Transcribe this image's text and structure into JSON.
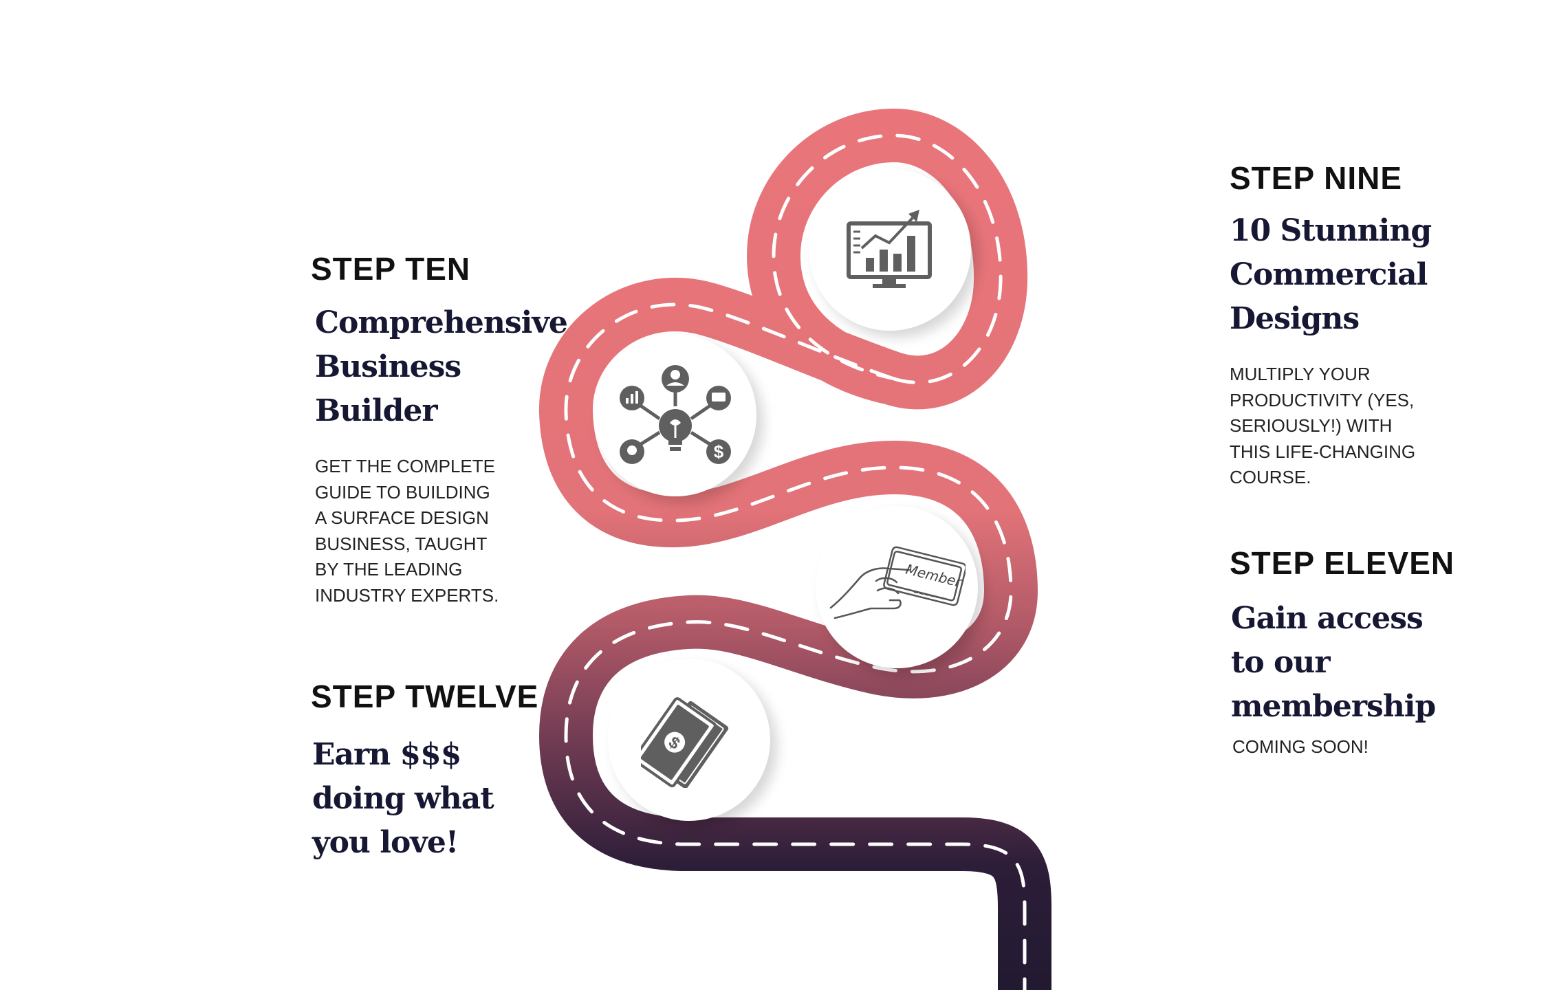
{
  "steps": {
    "nine": {
      "label": "STEP NINE",
      "title": [
        "10 Stunning",
        "Commercial",
        "Designs"
      ],
      "description": [
        "MULTIPLY YOUR",
        "PRODUCTIVITY (YES,",
        "SERIOUSLY!) WITH",
        "THIS LIFE-CHANGING",
        "COURSE."
      ],
      "icon": "analytics-monitor-icon"
    },
    "ten": {
      "label": "STEP TEN",
      "title": [
        "Comprehensive",
        "Business",
        "Builder"
      ],
      "description": [
        "GET THE COMPLETE",
        "GUIDE TO BUILDING",
        "A SURFACE DESIGN",
        "BUSINESS, TAUGHT",
        "BY THE LEADING",
        "INDUSTRY EXPERTS."
      ],
      "icon": "business-network-icon"
    },
    "eleven": {
      "label": "STEP ELEVEN",
      "title": [
        "Gain access",
        "to our",
        "membership"
      ],
      "description": [
        "COMING SOON!"
      ],
      "icon": "member-card-icon",
      "card_text": "Member"
    },
    "twelve": {
      "label": "STEP TWELVE",
      "title": [
        "Earn $$$",
        "doing what",
        "you love!"
      ],
      "icon": "money-bills-icon"
    }
  },
  "colors": {
    "road_top": "#e9757a",
    "road_mid": "#a55562",
    "road_bottom": "#231a33",
    "dash": "#ffffff",
    "title_text": "#161733",
    "icon_gray": "#5f5f5f"
  }
}
